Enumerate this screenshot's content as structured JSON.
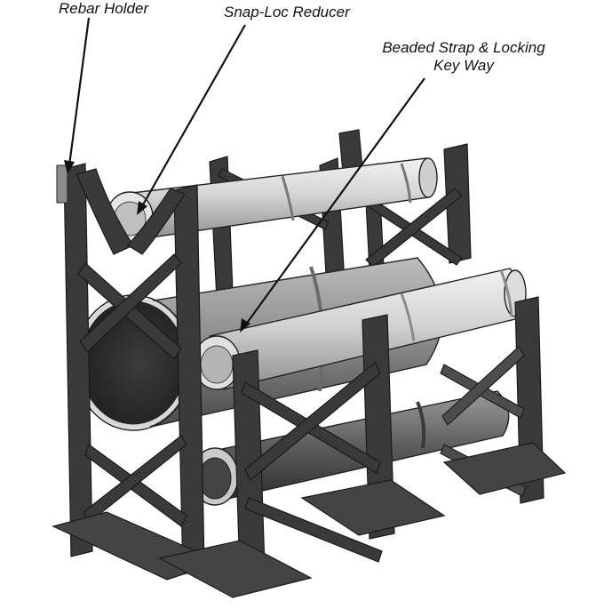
{
  "labels": {
    "rebar_holder": "Rebar Holder",
    "snap_loc_reducer": "Snap-Loc Reducer",
    "beaded_strap": "Beaded Strap & Locking Key Way"
  },
  "colors": {
    "spacer": "#3a3a3a",
    "pipe_light": "#d9d9d9",
    "pipe_dark": "#5a5a5a",
    "line": "#111111"
  }
}
